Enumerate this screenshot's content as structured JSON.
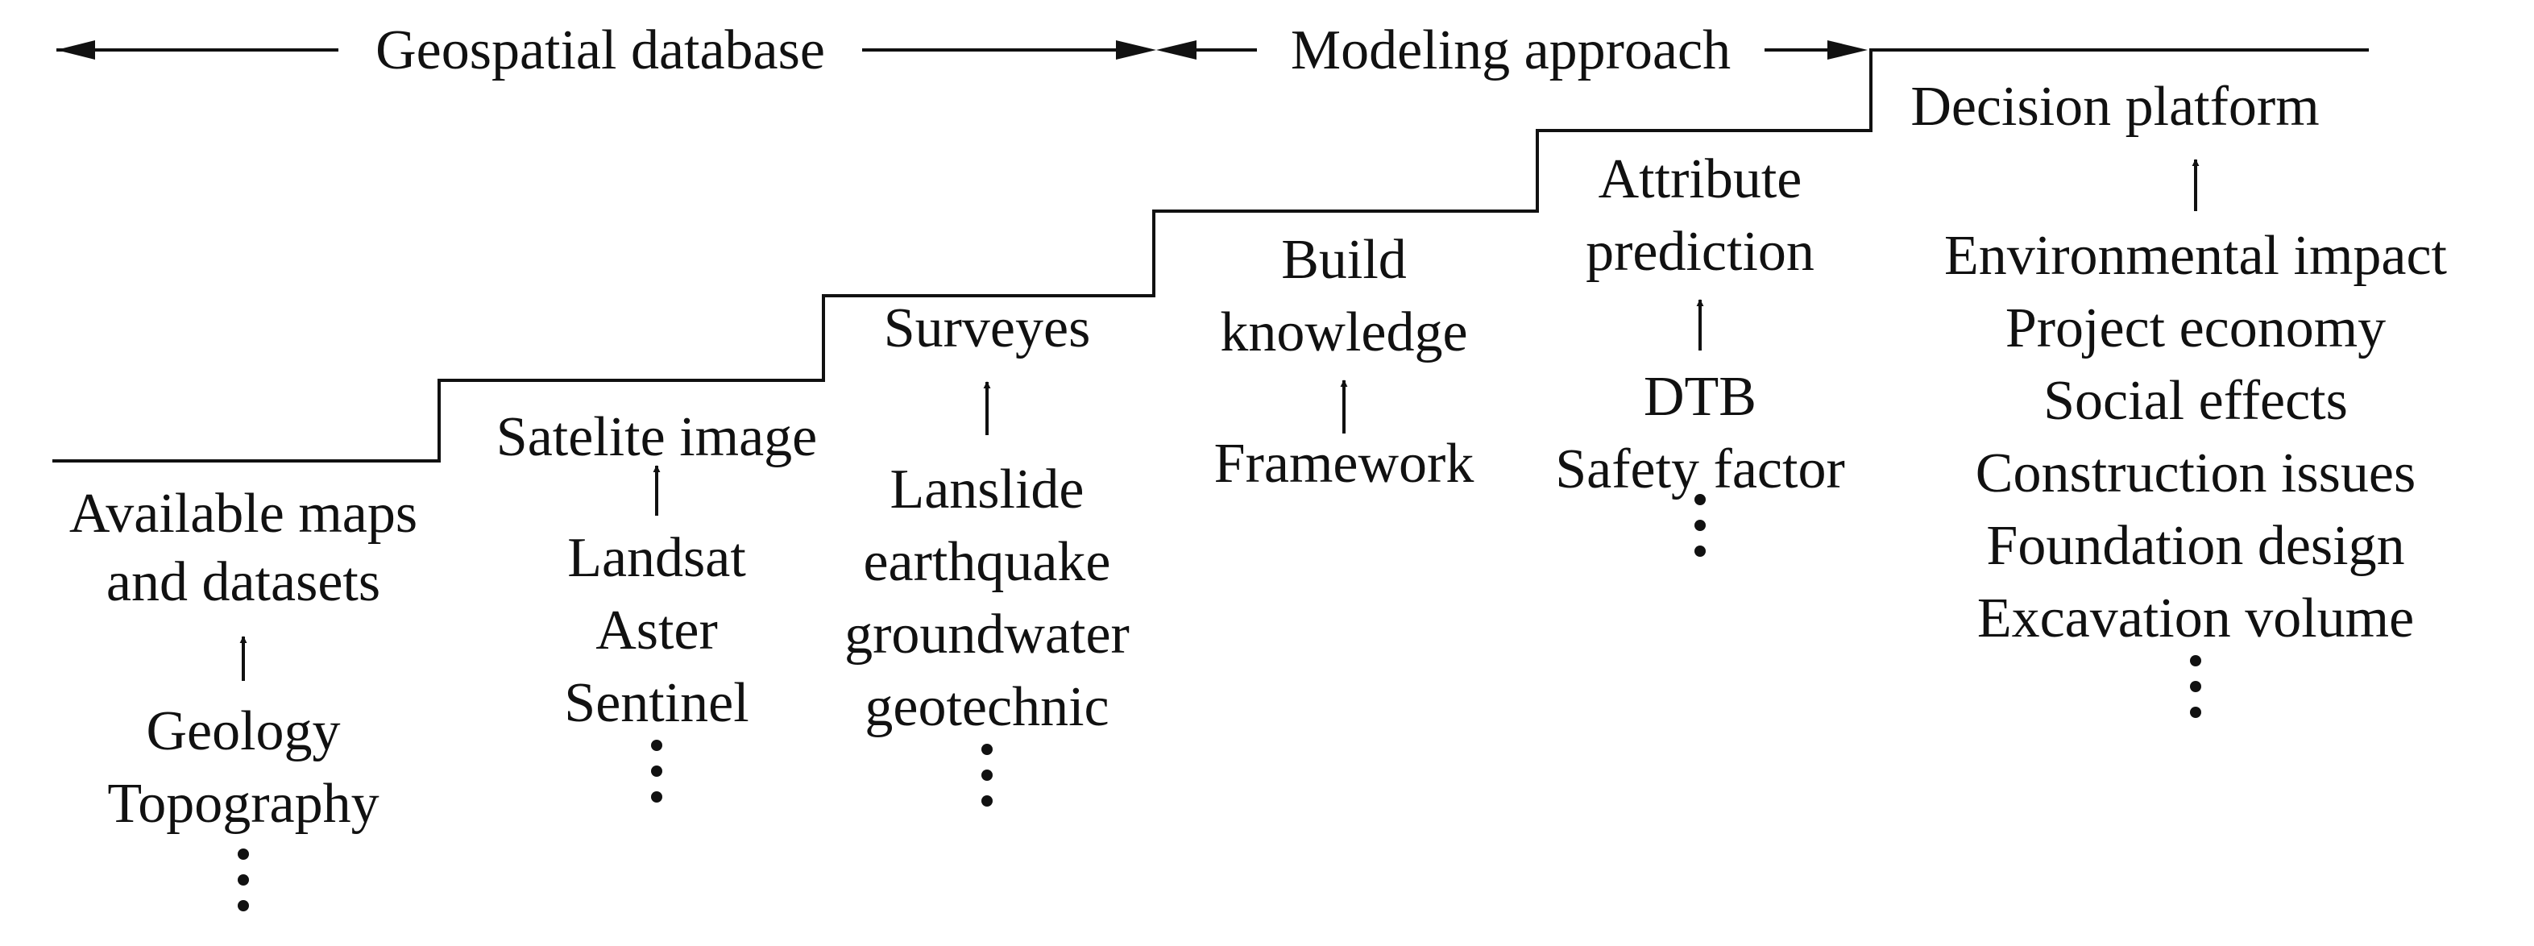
{
  "phases": {
    "geospatial_database": "Geospatial database",
    "modeling_approach": "Modeling approach"
  },
  "steps": [
    {
      "title": [
        "Available maps",
        "and datasets"
      ],
      "items": [
        "Geology",
        "Topography"
      ]
    },
    {
      "title": [
        "Satelite image"
      ],
      "items": [
        "Landsat",
        "Aster",
        "Sentinel"
      ]
    },
    {
      "title": [
        "Surveyes"
      ],
      "items": [
        "Lanslide",
        "earthquake",
        "groundwater",
        "geotechnic"
      ]
    },
    {
      "title": [
        "Build",
        "knowledge"
      ],
      "items": [
        "Framework"
      ]
    },
    {
      "title": [
        "Attribute",
        "prediction"
      ],
      "items": [
        "DTB",
        "Safety factor"
      ]
    },
    {
      "title": [
        "Decision platform"
      ],
      "items": [
        "Environmental impact",
        "Project economy",
        "Social effects",
        "Construction issues",
        "Foundation design",
        "Excavation volume"
      ]
    }
  ]
}
